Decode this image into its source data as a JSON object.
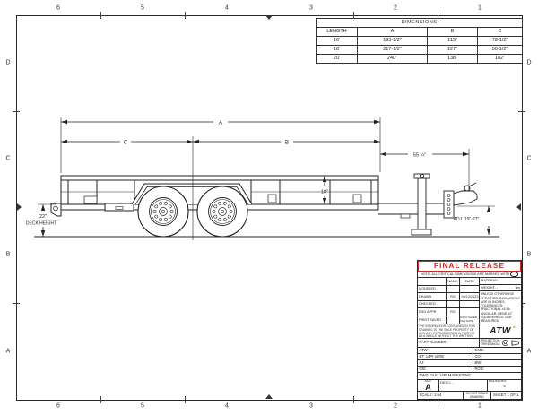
{
  "colors": {
    "release_red": "#cc2a2a",
    "logo_gold": "#e0b43c",
    "line_black": "#222222"
  },
  "zones": {
    "top": [
      "6",
      "5",
      "4",
      "3",
      "2",
      "1"
    ],
    "bottom": [
      "6",
      "5",
      "4",
      "3",
      "2",
      "1"
    ],
    "left": [
      "D",
      "C",
      "B",
      "A"
    ],
    "right": [
      "D",
      "C",
      "B",
      "A"
    ]
  },
  "dim_table": {
    "title": "DIMENSIONS",
    "headers": [
      "LENGTH",
      "A",
      "B",
      "C"
    ],
    "rows": [
      [
        "16'",
        "193-1/2\"",
        "115\"",
        "78-1/2\""
      ],
      [
        "18'",
        "217-1/2\"",
        "127\"",
        "90-1/2\""
      ],
      [
        "20'",
        "240\"",
        "138\"",
        "102\""
      ]
    ]
  },
  "drawing": {
    "labels": {
      "dim_a": "A",
      "dim_b": "B",
      "dim_c": "C",
      "dim_55": "55 ¼\"",
      "dim_18": "18\"",
      "dim_22": "22\"",
      "deck_height": "DECK HEIGHT",
      "adj": "ADJ. 19\"-27\""
    }
  },
  "title_block": {
    "release_stamp": "FINAL RELEASE",
    "note": "NOTE: ALL CRITICAL DIMENSIONS ARE MARKED WITH",
    "approval": {
      "col_name": "NAME",
      "col_date": "DATE",
      "rows": [
        {
          "label": "MODELED",
          "name": "-",
          "date": ""
        },
        {
          "label": "DRAWN",
          "name": "RG",
          "date": "06/12/2023"
        },
        {
          "label": "CHECKED",
          "name": "-",
          "date": ""
        },
        {
          "label": "ENG APPR",
          "name": "RG",
          "date": ""
        },
        {
          "label": "PRINT SAVED",
          "name": "",
          "date": "AUTO SAVED FILE DATE"
        }
      ]
    },
    "material_label": "MATERIAL:",
    "weight_label": "WEIGHT: -",
    "weight_unit": "lbs",
    "tolerances": "UNLESS OTHERWISE SPECIFIED: DIMENSIONS ARE IN INCHES. TOLERANCES: FRACTIONAL ±1/16 ANGULAR: BEND ±2° SQUARENESS: ±1/8\", MEASURED DIAGONALLY",
    "legal": "THE INFORMATION CONTAINED IN THIS DRAWING IS THE SOLE PROPERTY OF ATW. ANY REPRODUCTION IN PART OR AS A WHOLE WITHOUT THE WRITTEN PERMISSION OF ATW IS PROHIBITED.",
    "logo": "ATW",
    "logo_star": "✶",
    "part_number_label": "PART NUMBER:",
    "projection_label": "PROJECTION: THIRD ANGLE",
    "part_fields_left": [
      "ATW:",
      "BT: 14PI-16RE",
      "FJ:",
      "CM:"
    ],
    "part_fields_right": [
      "CME:",
      "CO:",
      "BW:",
      "ROD:"
    ],
    "dwg_file": "DWG FILE: 14PI MARKETING",
    "size_label": "SIZE",
    "size_value": "A",
    "desc_label": "DESC:",
    "desc_value": "-",
    "model_rev_label": "MODEL REV:",
    "model_rev_value": "-",
    "scale": "SCALE: 1:64",
    "do_not_scale": "DO NOT SCALE DRAWING",
    "sheet": "SHEET 1 OF 1"
  }
}
